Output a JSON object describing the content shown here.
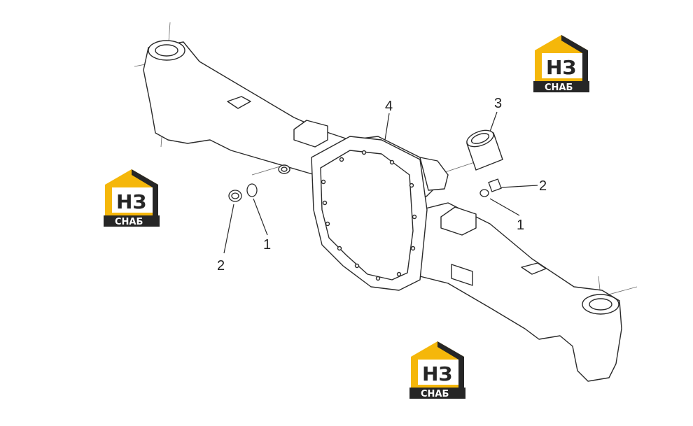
{
  "callouts": [
    {
      "id": "c4",
      "label": "4"
    },
    {
      "id": "c3",
      "label": "3"
    },
    {
      "id": "c2r",
      "label": "2"
    },
    {
      "id": "c1r",
      "label": "1"
    },
    {
      "id": "c1l",
      "label": "1"
    },
    {
      "id": "c2l",
      "label": "2"
    }
  ],
  "watermark": {
    "letters": "НЗ",
    "caption": "СНАБ",
    "colors": {
      "yellow": "#f5b70a",
      "dark": "#262626",
      "white": "#ffffff"
    }
  },
  "line_color": "#2a2a2a"
}
